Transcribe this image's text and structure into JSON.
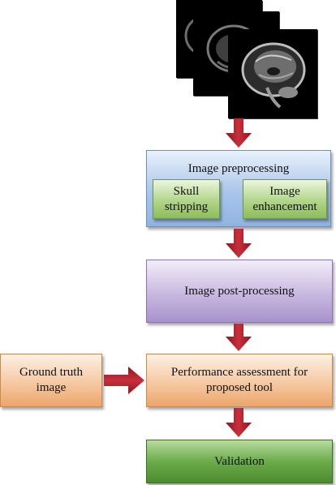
{
  "colors": {
    "arrow": "#b3222e",
    "blue_box": "#a9c6ea",
    "green_box": "#b2d58a",
    "purple_box": "#c8b8e0",
    "orange_box": "#f5c9a2",
    "validation_box": "#6cab4a"
  },
  "images": [
    {
      "icon": "brain-mri-scan-icon"
    },
    {
      "icon": "brain-mri-scan-icon"
    },
    {
      "icon": "brain-mri-scan-icon"
    }
  ],
  "steps": {
    "preprocessing": {
      "label": "Image preprocessing",
      "sub_skull": "Skull\nstripping",
      "sub_enhance": "Image\nenhancement"
    },
    "postprocessing": "Image post-processing",
    "assessment": "Performance assessment for\nproposed tool",
    "ground_truth": "Ground truth\nimage",
    "validation": "Validation"
  }
}
